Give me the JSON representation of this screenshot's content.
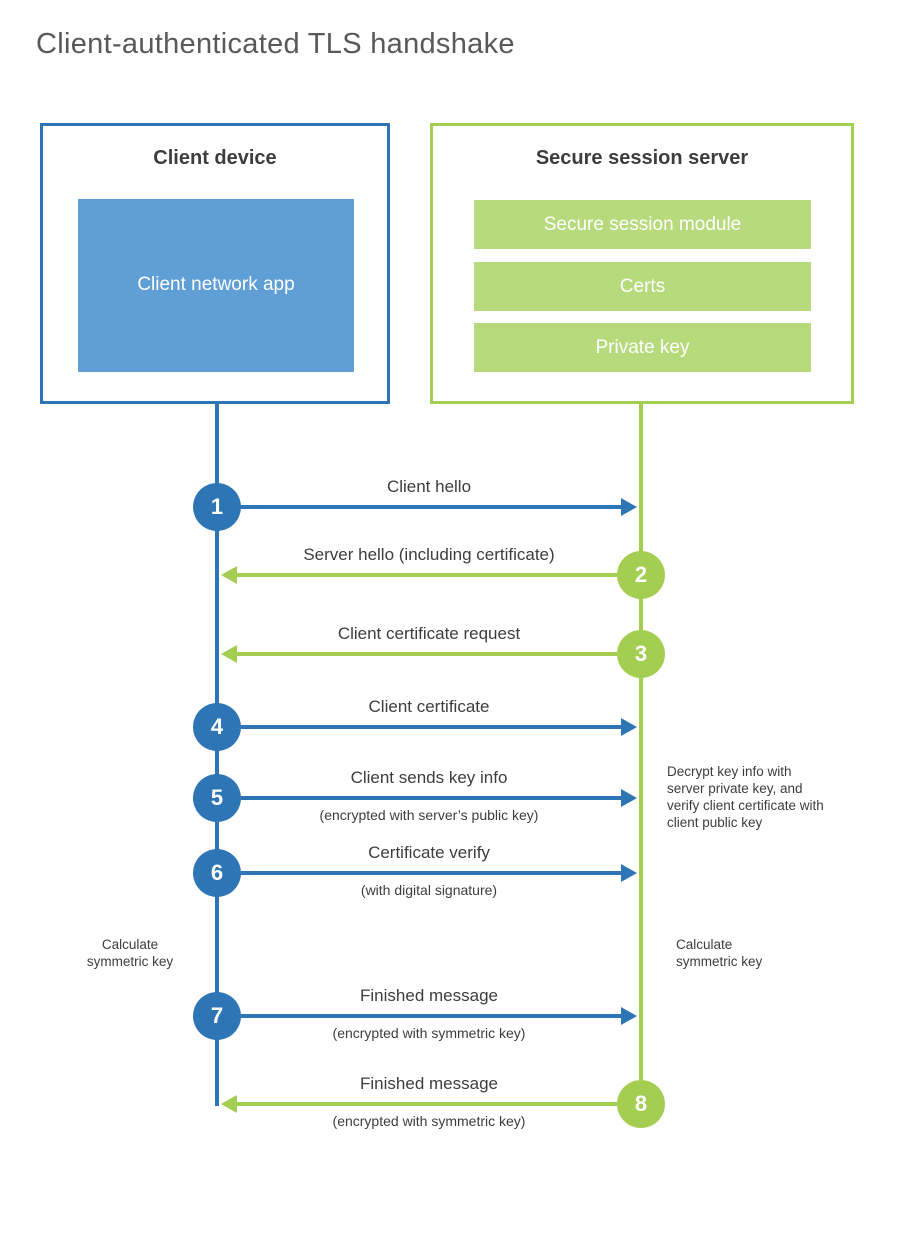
{
  "title": "Client-authenticated TLS handshake",
  "client_box": {
    "title": "Client device",
    "app_label": "Client network app"
  },
  "server_box": {
    "title": "Secure session server",
    "modules": [
      "Secure session module",
      "Certs",
      "Private key"
    ]
  },
  "steps": [
    {
      "number": "1",
      "label": "Client hello",
      "sublabel": "",
      "from": "client",
      "to": "server",
      "color": "blue"
    },
    {
      "number": "2",
      "label": "Server hello (including certificate)",
      "sublabel": "",
      "from": "server",
      "to": "client",
      "color": "green"
    },
    {
      "number": "3",
      "label": "Client certificate request",
      "sublabel": "",
      "from": "server",
      "to": "client",
      "color": "green"
    },
    {
      "number": "4",
      "label": "Client certificate",
      "sublabel": "",
      "from": "client",
      "to": "server",
      "color": "blue"
    },
    {
      "number": "5",
      "label": "Client sends key info",
      "sublabel": "(encrypted with server’s public key)",
      "from": "client",
      "to": "server",
      "color": "blue"
    },
    {
      "number": "6",
      "label": "Certificate verify",
      "sublabel": "(with digital signature)",
      "from": "client",
      "to": "server",
      "color": "blue"
    },
    {
      "number": "7",
      "label": "Finished message",
      "sublabel": "(encrypted with symmetric key)",
      "from": "client",
      "to": "server",
      "color": "blue"
    },
    {
      "number": "8",
      "label": "Finished message",
      "sublabel": "(encrypted with symmetric key)",
      "from": "server",
      "to": "client",
      "color": "green"
    }
  ],
  "notes": {
    "decrypt": "Decrypt key info with server private key, and verify client certificate with client public key",
    "calc_left": "Calculate symmetric key",
    "calc_right": "Calculate symmetric key"
  },
  "colors": {
    "blue": "#2e75b6",
    "blue_fill": "#5f9fd5",
    "green": "#a4ce51",
    "green_fill": "#b6da7c",
    "label_text": "#3d3d3d",
    "title_text": "#595959"
  }
}
